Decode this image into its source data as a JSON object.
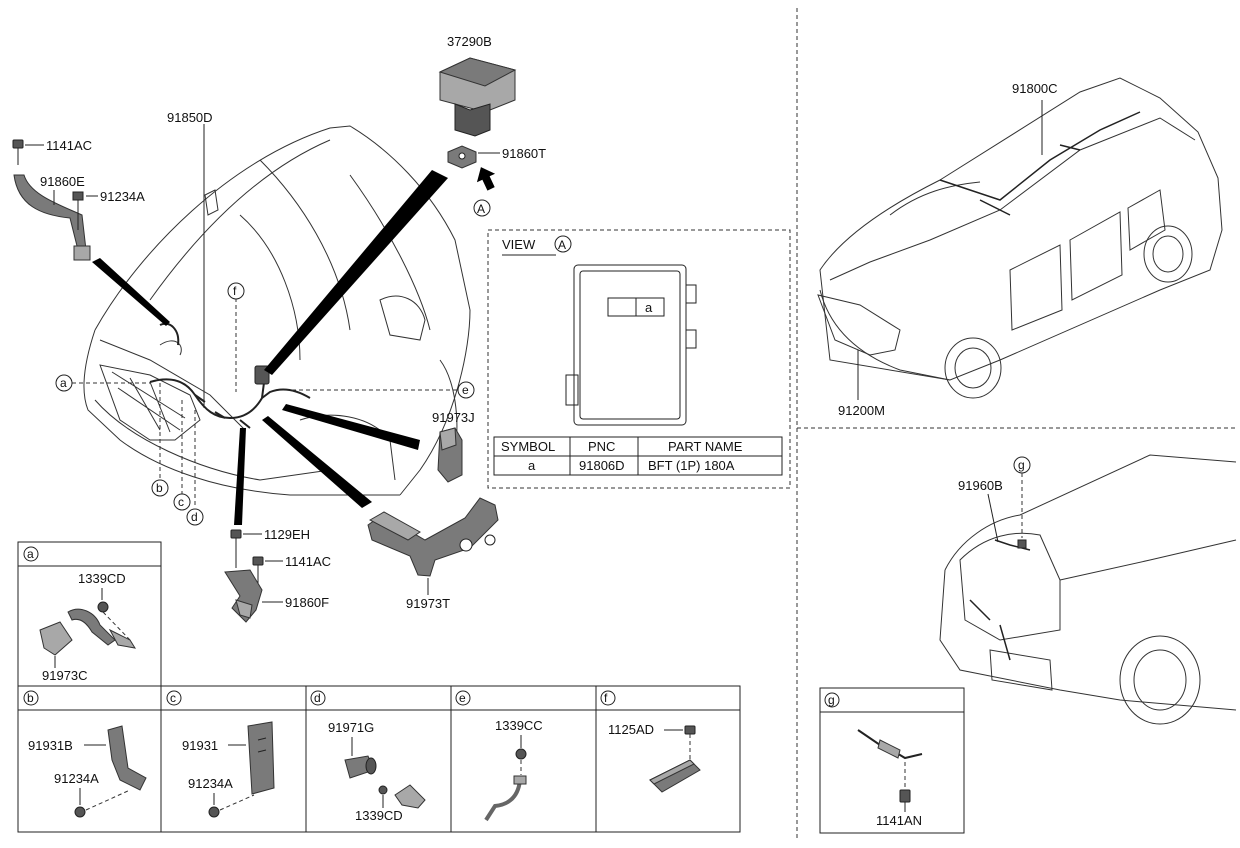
{
  "parts": {
    "p37290B": "37290B",
    "p91860T": "91860T",
    "p1141AC_top": "1141AC",
    "p91860E": "91860E",
    "p91234A_top": "91234A",
    "p91850D": "91850D",
    "p91973J": "91973J",
    "p1129EH": "1129EH",
    "p1141AC_mid": "1141AC",
    "p91860F": "91860F",
    "p91973T": "91973T",
    "p91800C": "91800C",
    "p91200M": "91200M",
    "p91960B": "91960B"
  },
  "callouts": {
    "a": "a",
    "b": "b",
    "c": "c",
    "d": "d",
    "e": "e",
    "f": "f",
    "g": "g",
    "A": "A"
  },
  "view": {
    "label": "VIEW",
    "marker": "A",
    "slot": "a"
  },
  "table": {
    "headers": [
      "SYMBOL",
      "PNC",
      "PART NAME"
    ],
    "rows": [
      [
        "a",
        "91806D",
        "BFT (1P) 180A"
      ]
    ]
  },
  "details": {
    "a": {
      "tag": "a",
      "parts": [
        "1339CD",
        "91973C"
      ]
    },
    "b": {
      "tag": "b",
      "parts": [
        "91931B",
        "91234A"
      ]
    },
    "c": {
      "tag": "c",
      "parts": [
        "91931",
        "91234A"
      ]
    },
    "d": {
      "tag": "d",
      "parts": [
        "91971G",
        "1339CD"
      ]
    },
    "e": {
      "tag": "e",
      "parts": [
        "1339CC"
      ]
    },
    "f": {
      "tag": "f",
      "parts": [
        "1125AD"
      ]
    },
    "g": {
      "tag": "g",
      "parts": [
        "1141AN"
      ]
    }
  },
  "icons": [
    "arrow-up-icon",
    "car-front-outline",
    "car-side-outline",
    "car-rear-outline"
  ],
  "colors": {
    "ink": "#111111",
    "part_fill": "#7a7a7a",
    "wedge": "#000000"
  }
}
